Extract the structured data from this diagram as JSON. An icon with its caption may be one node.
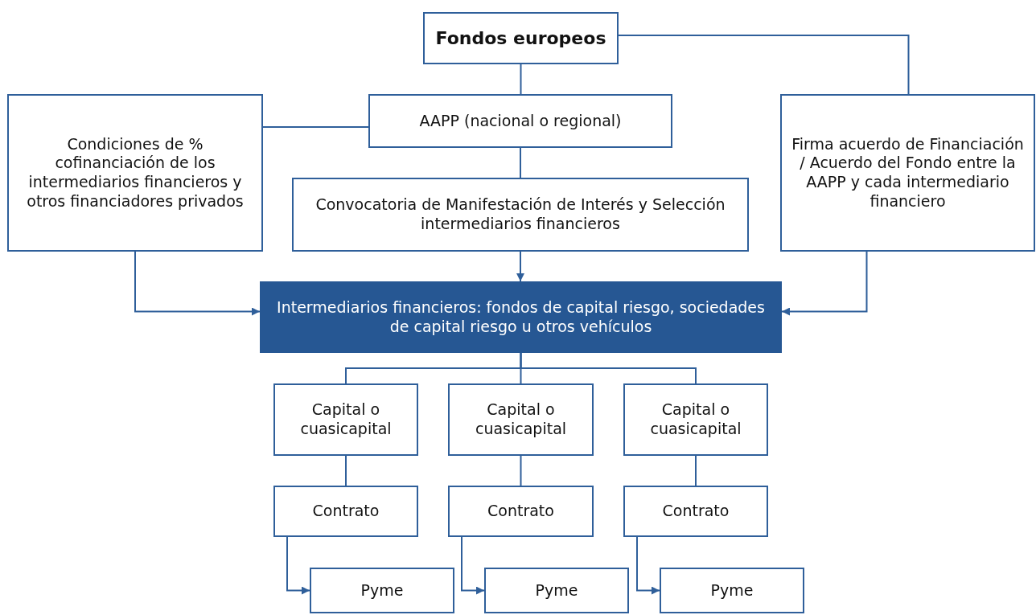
{
  "diagram": {
    "nodes": [
      {
        "text": [
          "Fondos europeos"
        ]
      },
      {
        "text": [
          "Condiciones de % cofinanciación de los intermediarios financieros y otros financiadores privados"
        ]
      },
      {
        "text": [
          "AAPP (nacional o regional)"
        ]
      },
      {
        "text": [
          "Firma acuerdo de Financiación / Acuerdo del Fondo entre la AAPP y cada intermediario financiero"
        ]
      },
      {
        "text": [
          "Convocatoria de Manifestación de Interés y Selección intermediarios financieros"
        ]
      },
      {
        "text": [
          "Intermediarios financieros: fondos de capital riesgo, sociedades de capital riesgo u otros vehículos"
        ]
      },
      {
        "text": [
          "Capital o cuasicapital"
        ]
      },
      {
        "text": [
          "Capital o cuasicapital"
        ]
      },
      {
        "text": [
          "Capital o cuasicapital"
        ]
      },
      {
        "text": [
          "Contrato"
        ]
      },
      {
        "text": [
          "Contrato"
        ]
      },
      {
        "text": [
          "Contrato"
        ]
      },
      {
        "text": [
          "Pyme"
        ]
      },
      {
        "text": [
          "Pyme"
        ]
      },
      {
        "text": [
          "Pyme"
        ]
      }
    ],
    "edges": [
      {
        "from": 0,
        "to": 2,
        "arrow": "none"
      },
      {
        "from": 0,
        "to": 3,
        "arrow": "none"
      },
      {
        "from": 1,
        "to": 2,
        "arrow": "none"
      },
      {
        "from": 2,
        "to": 4,
        "arrow": "none"
      },
      {
        "from": 4,
        "to": 5,
        "arrow": "to"
      },
      {
        "from": 1,
        "to": 5,
        "arrow": "to"
      },
      {
        "from": 3,
        "to": 5,
        "arrow": "to"
      },
      {
        "from": 5,
        "to": 6,
        "arrow": "none"
      },
      {
        "from": 5,
        "to": 7,
        "arrow": "none"
      },
      {
        "from": 5,
        "to": 8,
        "arrow": "none"
      },
      {
        "from": 6,
        "to": 9,
        "arrow": "none"
      },
      {
        "from": 7,
        "to": 10,
        "arrow": "none"
      },
      {
        "from": 8,
        "to": 11,
        "arrow": "none"
      },
      {
        "from": 9,
        "to": 12,
        "arrow": "to"
      },
      {
        "from": 10,
        "to": 13,
        "arrow": "to"
      },
      {
        "from": 11,
        "to": 14,
        "arrow": "to"
      }
    ]
  }
}
